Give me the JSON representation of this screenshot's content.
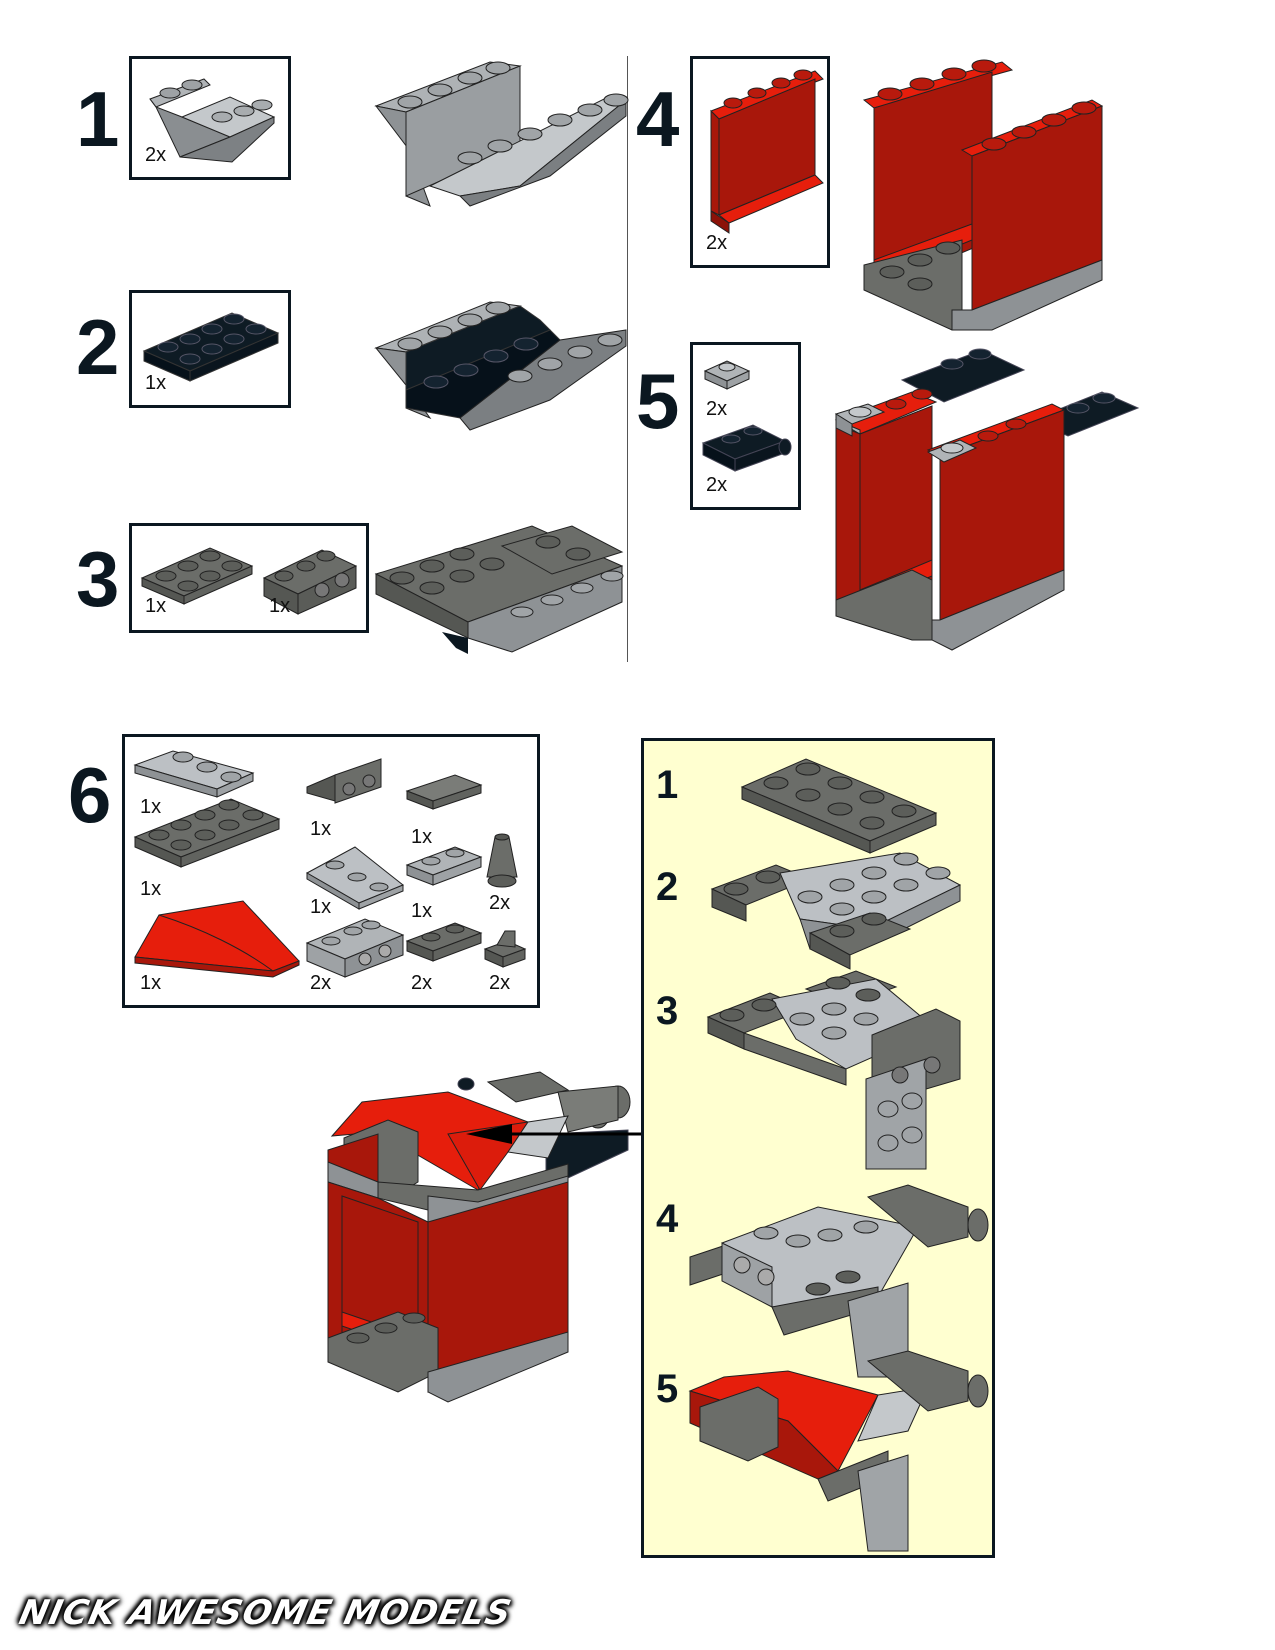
{
  "page": {
    "brand": "NICK AWESOME MODELS",
    "colors": {
      "red": "#a8170b",
      "red_light": "#e61e0c",
      "dark_gray": "#6b6d69",
      "light_gray": "#a2a6aa",
      "black": "#0b1720",
      "submodel_bg": "#ffffd0"
    }
  },
  "steps": [
    {
      "number": "1",
      "parts": [
        {
          "name": "inverted-slope-double-gray",
          "qty": "2x"
        }
      ]
    },
    {
      "number": "2",
      "parts": [
        {
          "name": "plate-2x4-black",
          "qty": "1x"
        }
      ]
    },
    {
      "number": "3",
      "parts": [
        {
          "name": "plate-2x3-dark-gray",
          "qty": "1x"
        },
        {
          "name": "bracket-plate-dark-gray",
          "qty": "1x"
        }
      ]
    },
    {
      "number": "4",
      "parts": [
        {
          "name": "panel-1x4x3-red",
          "qty": "2x"
        }
      ]
    },
    {
      "number": "5",
      "parts": [
        {
          "name": "plate-1x1-light-gray",
          "qty": "2x"
        },
        {
          "name": "plate-with-bar-black",
          "qty": "2x"
        }
      ]
    },
    {
      "number": "6",
      "parts": [
        {
          "name": "wedge-plate-light-gray",
          "qty": "1x"
        },
        {
          "name": "plate-2x4-dark-gray",
          "qty": "1x"
        },
        {
          "name": "curved-wedge-red",
          "qty": "1x"
        },
        {
          "name": "bracket-1x2-dark-gray",
          "qty": "1x"
        },
        {
          "name": "wedge-plate-small-light-gray",
          "qty": "1x"
        },
        {
          "name": "bracket-plate-light-gray",
          "qty": "2x"
        },
        {
          "name": "tile-1x2-dark-gray",
          "qty": "1x"
        },
        {
          "name": "plate-1x2-light-gray",
          "qty": "1x"
        },
        {
          "name": "plate-1x2-dark-gray",
          "qty": "2x"
        },
        {
          "name": "cone-dark-gray",
          "qty": "2x"
        },
        {
          "name": "clip-plate-dark-gray",
          "qty": "2x"
        }
      ]
    }
  ],
  "submodel": {
    "steps": [
      "1",
      "2",
      "3",
      "4",
      "5"
    ]
  }
}
